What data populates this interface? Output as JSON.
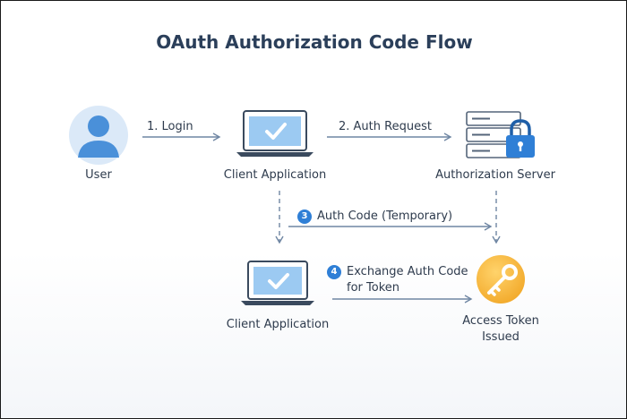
{
  "title": "OAuth Authorization Code Flow",
  "nodes": {
    "user": "User",
    "client_app_top": "Client Application",
    "auth_server": "Authorization Server",
    "client_app_bottom": "Client Application",
    "access_token": [
      "Access Token",
      "Issued"
    ]
  },
  "edges": {
    "login": "1. Login",
    "auth_request": "2. Auth Request",
    "auth_code": {
      "step": "3",
      "label": "Auth Code (Temporary)"
    },
    "exchange": {
      "step": "4",
      "line1": "Exchange Auth Code",
      "line2": "for Token"
    }
  },
  "colors": {
    "accent": "#2f7fd6",
    "arrow": "#6f86a3",
    "user_circle": "#dbe9f8",
    "user_figure": "#4a90d9",
    "key_badge": "#f4b63a"
  }
}
